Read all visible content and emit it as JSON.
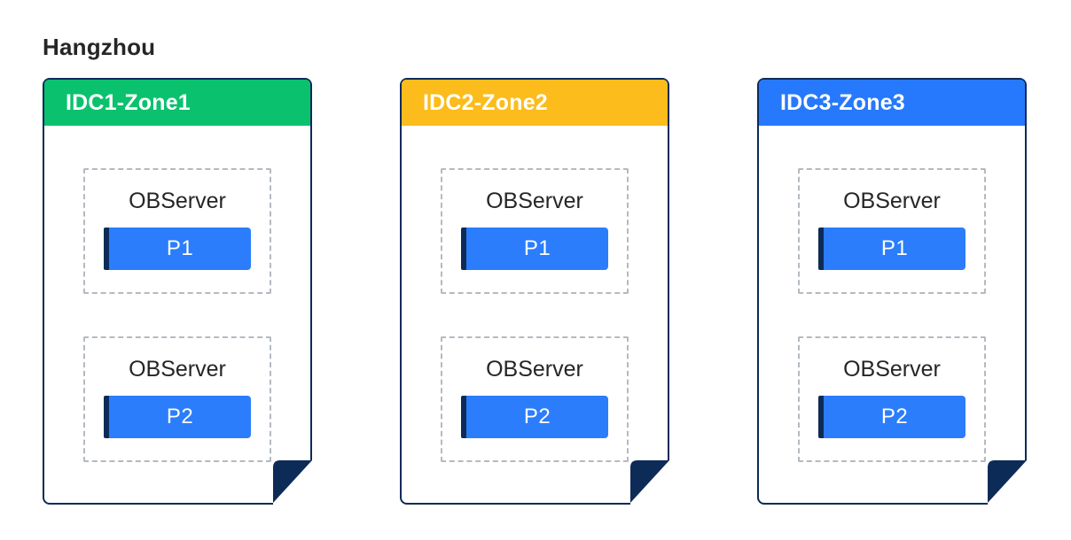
{
  "page": {
    "region_title": "Hangzhou"
  },
  "colors": {
    "navy": "#0D2B57",
    "badge_blue": "#2B7DFC",
    "dash_gray": "#B4BAC2",
    "text_dark": "#262626",
    "page_bg": "#FFFFFF",
    "zone1_green": "#0AC16E",
    "zone2_yellow": "#FBBC1C",
    "zone3_blue": "#2679FC"
  },
  "zones": [
    {
      "label": "IDC1-Zone1",
      "header_color": "#0AC16E",
      "servers": [
        {
          "label": "OBServer",
          "partition": "P1"
        },
        {
          "label": "OBServer",
          "partition": "P2"
        }
      ]
    },
    {
      "label": "IDC2-Zone2",
      "header_color": "#FBBC1C",
      "servers": [
        {
          "label": "OBServer",
          "partition": "P1"
        },
        {
          "label": "OBServer",
          "partition": "P2"
        }
      ]
    },
    {
      "label": "IDC3-Zone3",
      "header_color": "#2679FC",
      "servers": [
        {
          "label": "OBServer",
          "partition": "P1"
        },
        {
          "label": "OBServer",
          "partition": "P2"
        }
      ]
    }
  ]
}
